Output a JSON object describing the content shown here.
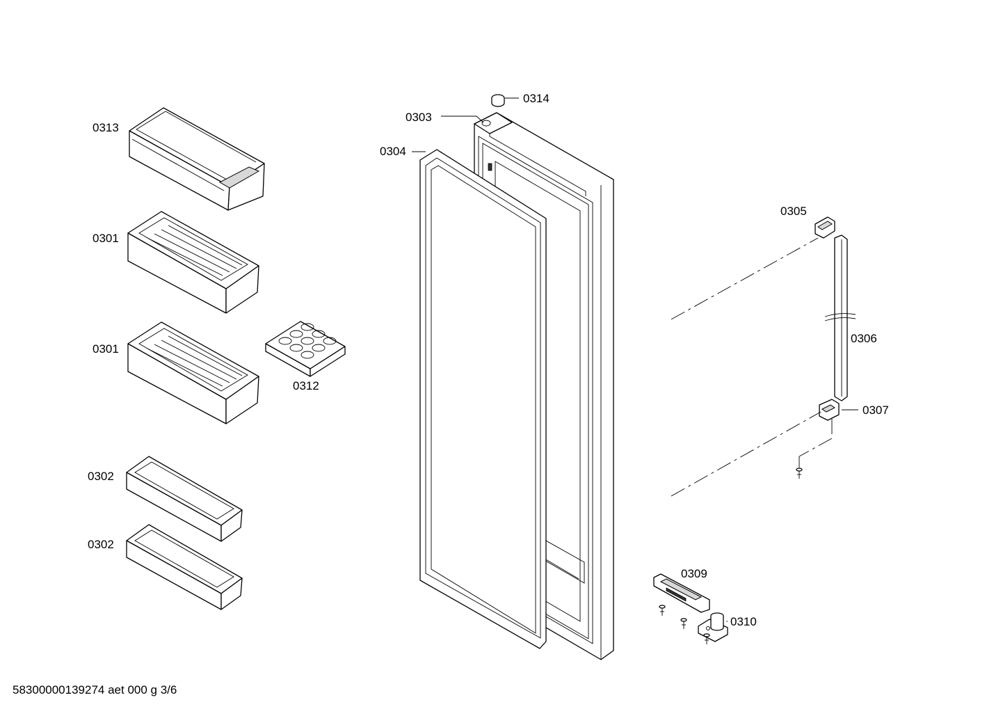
{
  "labels": {
    "p0313": "0313",
    "p0301a": "0301",
    "p0301b": "0301",
    "p0312": "0312",
    "p0302a": "0302",
    "p0302b": "0302",
    "p0303": "0303",
    "p0304": "0304",
    "p0314": "0314",
    "p0305": "0305",
    "p0306": "0306",
    "p0307": "0307",
    "p0309": "0309",
    "p0310": "0310"
  },
  "footer": "58300000139274 aet 000 g 3/6"
}
